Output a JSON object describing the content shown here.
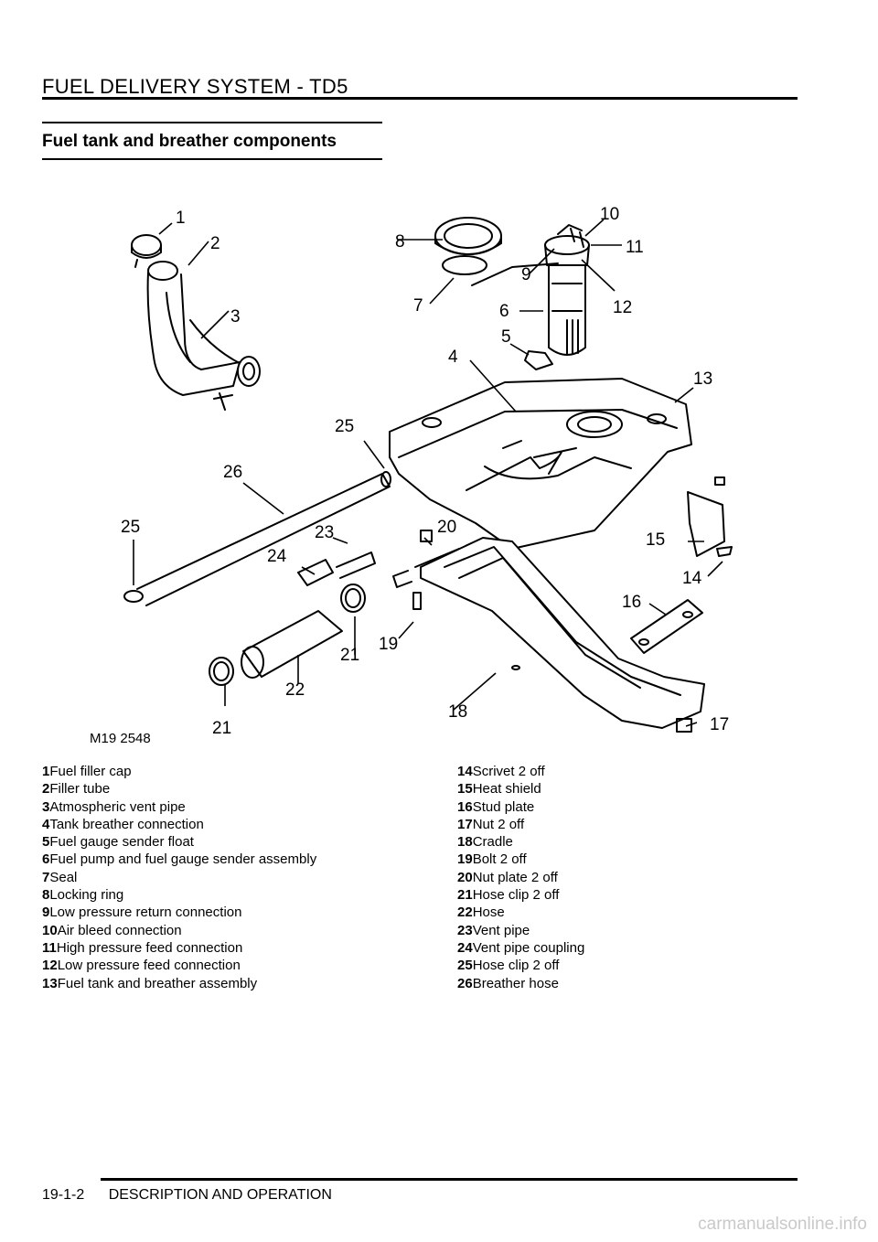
{
  "header": {
    "title": "FUEL DELIVERY SYSTEM - TD5"
  },
  "section": {
    "title": "Fuel tank and breather components"
  },
  "figure": {
    "ref": "M19 2548",
    "callouts": [
      "1",
      "2",
      "3",
      "4",
      "5",
      "6",
      "7",
      "8",
      "9",
      "10",
      "11",
      "12",
      "13",
      "14",
      "15",
      "16",
      "17",
      "18",
      "19",
      "20",
      "21",
      "21",
      "22",
      "23",
      "24",
      "25",
      "25",
      "26"
    ]
  },
  "legend": {
    "left": [
      {
        "num": "1",
        "text": "Fuel filler cap"
      },
      {
        "num": "2",
        "text": "Filler tube"
      },
      {
        "num": "3",
        "text": "Atmospheric vent pipe"
      },
      {
        "num": "4",
        "text": "Tank breather connection"
      },
      {
        "num": "5",
        "text": "Fuel gauge sender float"
      },
      {
        "num": "6",
        "text": "Fuel pump and fuel gauge sender assembly"
      },
      {
        "num": "7",
        "text": "Seal"
      },
      {
        "num": "8",
        "text": "Locking ring"
      },
      {
        "num": "9",
        "text": "Low pressure return connection"
      },
      {
        "num": "10",
        "text": "Air bleed connection"
      },
      {
        "num": "11",
        "text": "High pressure feed connection"
      },
      {
        "num": "12",
        "text": "Low pressure feed connection"
      },
      {
        "num": "13",
        "text": "Fuel tank and breather assembly"
      }
    ],
    "right": [
      {
        "num": "14",
        "text": "Scrivet 2 off"
      },
      {
        "num": "15",
        "text": "Heat shield"
      },
      {
        "num": "16",
        "text": "Stud plate"
      },
      {
        "num": "17",
        "text": "Nut 2 off"
      },
      {
        "num": "18",
        "text": "Cradle"
      },
      {
        "num": "19",
        "text": "Bolt 2 off"
      },
      {
        "num": "20",
        "text": "Nut plate 2 off"
      },
      {
        "num": "21",
        "text": "Hose clip 2 off"
      },
      {
        "num": "22",
        "text": "Hose"
      },
      {
        "num": "23",
        "text": "Vent pipe"
      },
      {
        "num": "24",
        "text": "Vent pipe coupling"
      },
      {
        "num": "25",
        "text": "Hose clip 2 off"
      },
      {
        "num": "26",
        "text": "Breather hose"
      }
    ]
  },
  "footer": {
    "page": "19-1-2",
    "section": "DESCRIPTION AND OPERATION"
  },
  "watermark": "carmanualsonline.info"
}
